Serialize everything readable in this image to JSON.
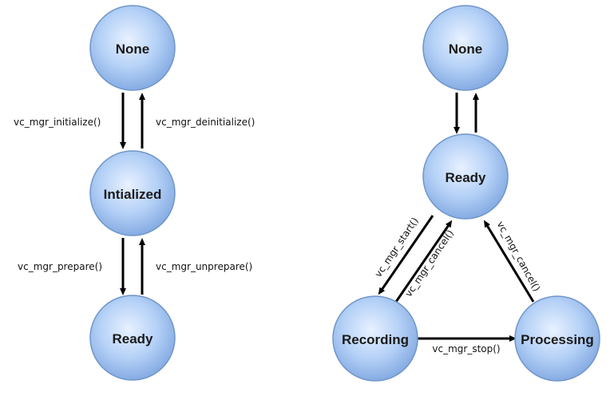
{
  "left_diagram": {
    "states": {
      "none": "None",
      "initialized": "Intialized",
      "ready": "Ready"
    },
    "transitions": {
      "initialize": "vc_mgr_initialize()",
      "deinitialize": "vc_mgr_deinitialize()",
      "prepare": "vc_mgr_prepare()",
      "unprepare": "vc_mgr_unprepare()"
    }
  },
  "right_diagram": {
    "states": {
      "none": "None",
      "ready": "Ready",
      "recording": "Recording",
      "processing": "Processing"
    },
    "transitions": {
      "start": "vc_mgr_start()",
      "cancel_from_recording": "vc_mgr_cancel()",
      "cancel_from_processing": "vc_mgr_cancel()",
      "stop": "vc_mgr_stop()"
    }
  },
  "colors": {
    "node_light": "#e4efff",
    "node_mid": "#b3d0f7",
    "node_dark": "#7fa7e0",
    "node_stroke": "#6f95c9",
    "arrow": "#000000"
  }
}
